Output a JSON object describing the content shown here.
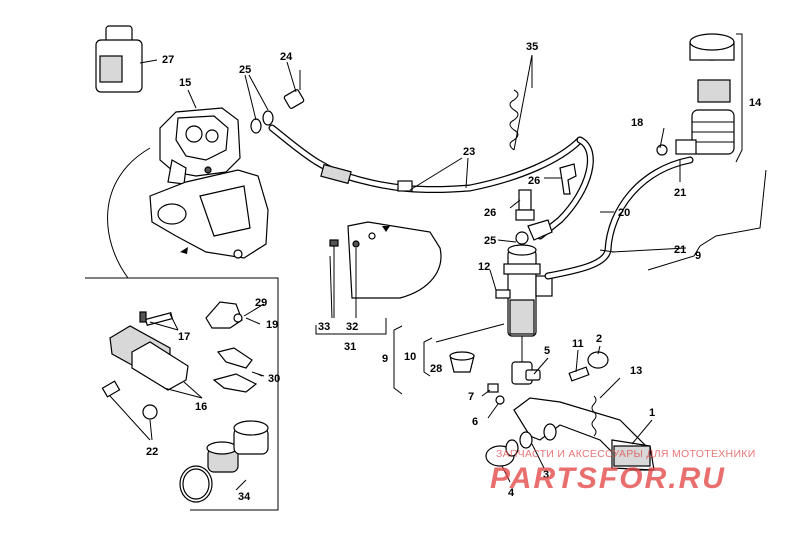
{
  "callouts": {
    "n1": "1",
    "n2": "2",
    "n3": "3",
    "n4": "4",
    "n5": "5",
    "n6": "6",
    "n7": "7",
    "n9a": "9",
    "n9b": "9",
    "n10": "10",
    "n11": "11",
    "n12": "12",
    "n13": "13",
    "n14": "14",
    "n15": "15",
    "n16": "16",
    "n17": "17",
    "n18": "18",
    "n19": "19",
    "n20": "20",
    "n21a": "21",
    "n21b": "21",
    "n22": "22",
    "n23": "23",
    "n24": "24",
    "n25a": "25",
    "n25b": "25",
    "n26a": "26",
    "n26b": "26",
    "n27": "27",
    "n28": "28",
    "n29": "29",
    "n30": "30",
    "n31": "31",
    "n32": "32",
    "n33": "33",
    "n34": "34",
    "n35": "35"
  },
  "watermark": {
    "tagline": "ЗАПЧАСТИ И АКСЕССУАРЫ ДЛЯ МОТОТЕХНИКИ",
    "logo": "PARTSFOR.RU"
  },
  "colors": {
    "line": "#000000",
    "background": "#ffffff",
    "watermark": "#e44a4a"
  }
}
